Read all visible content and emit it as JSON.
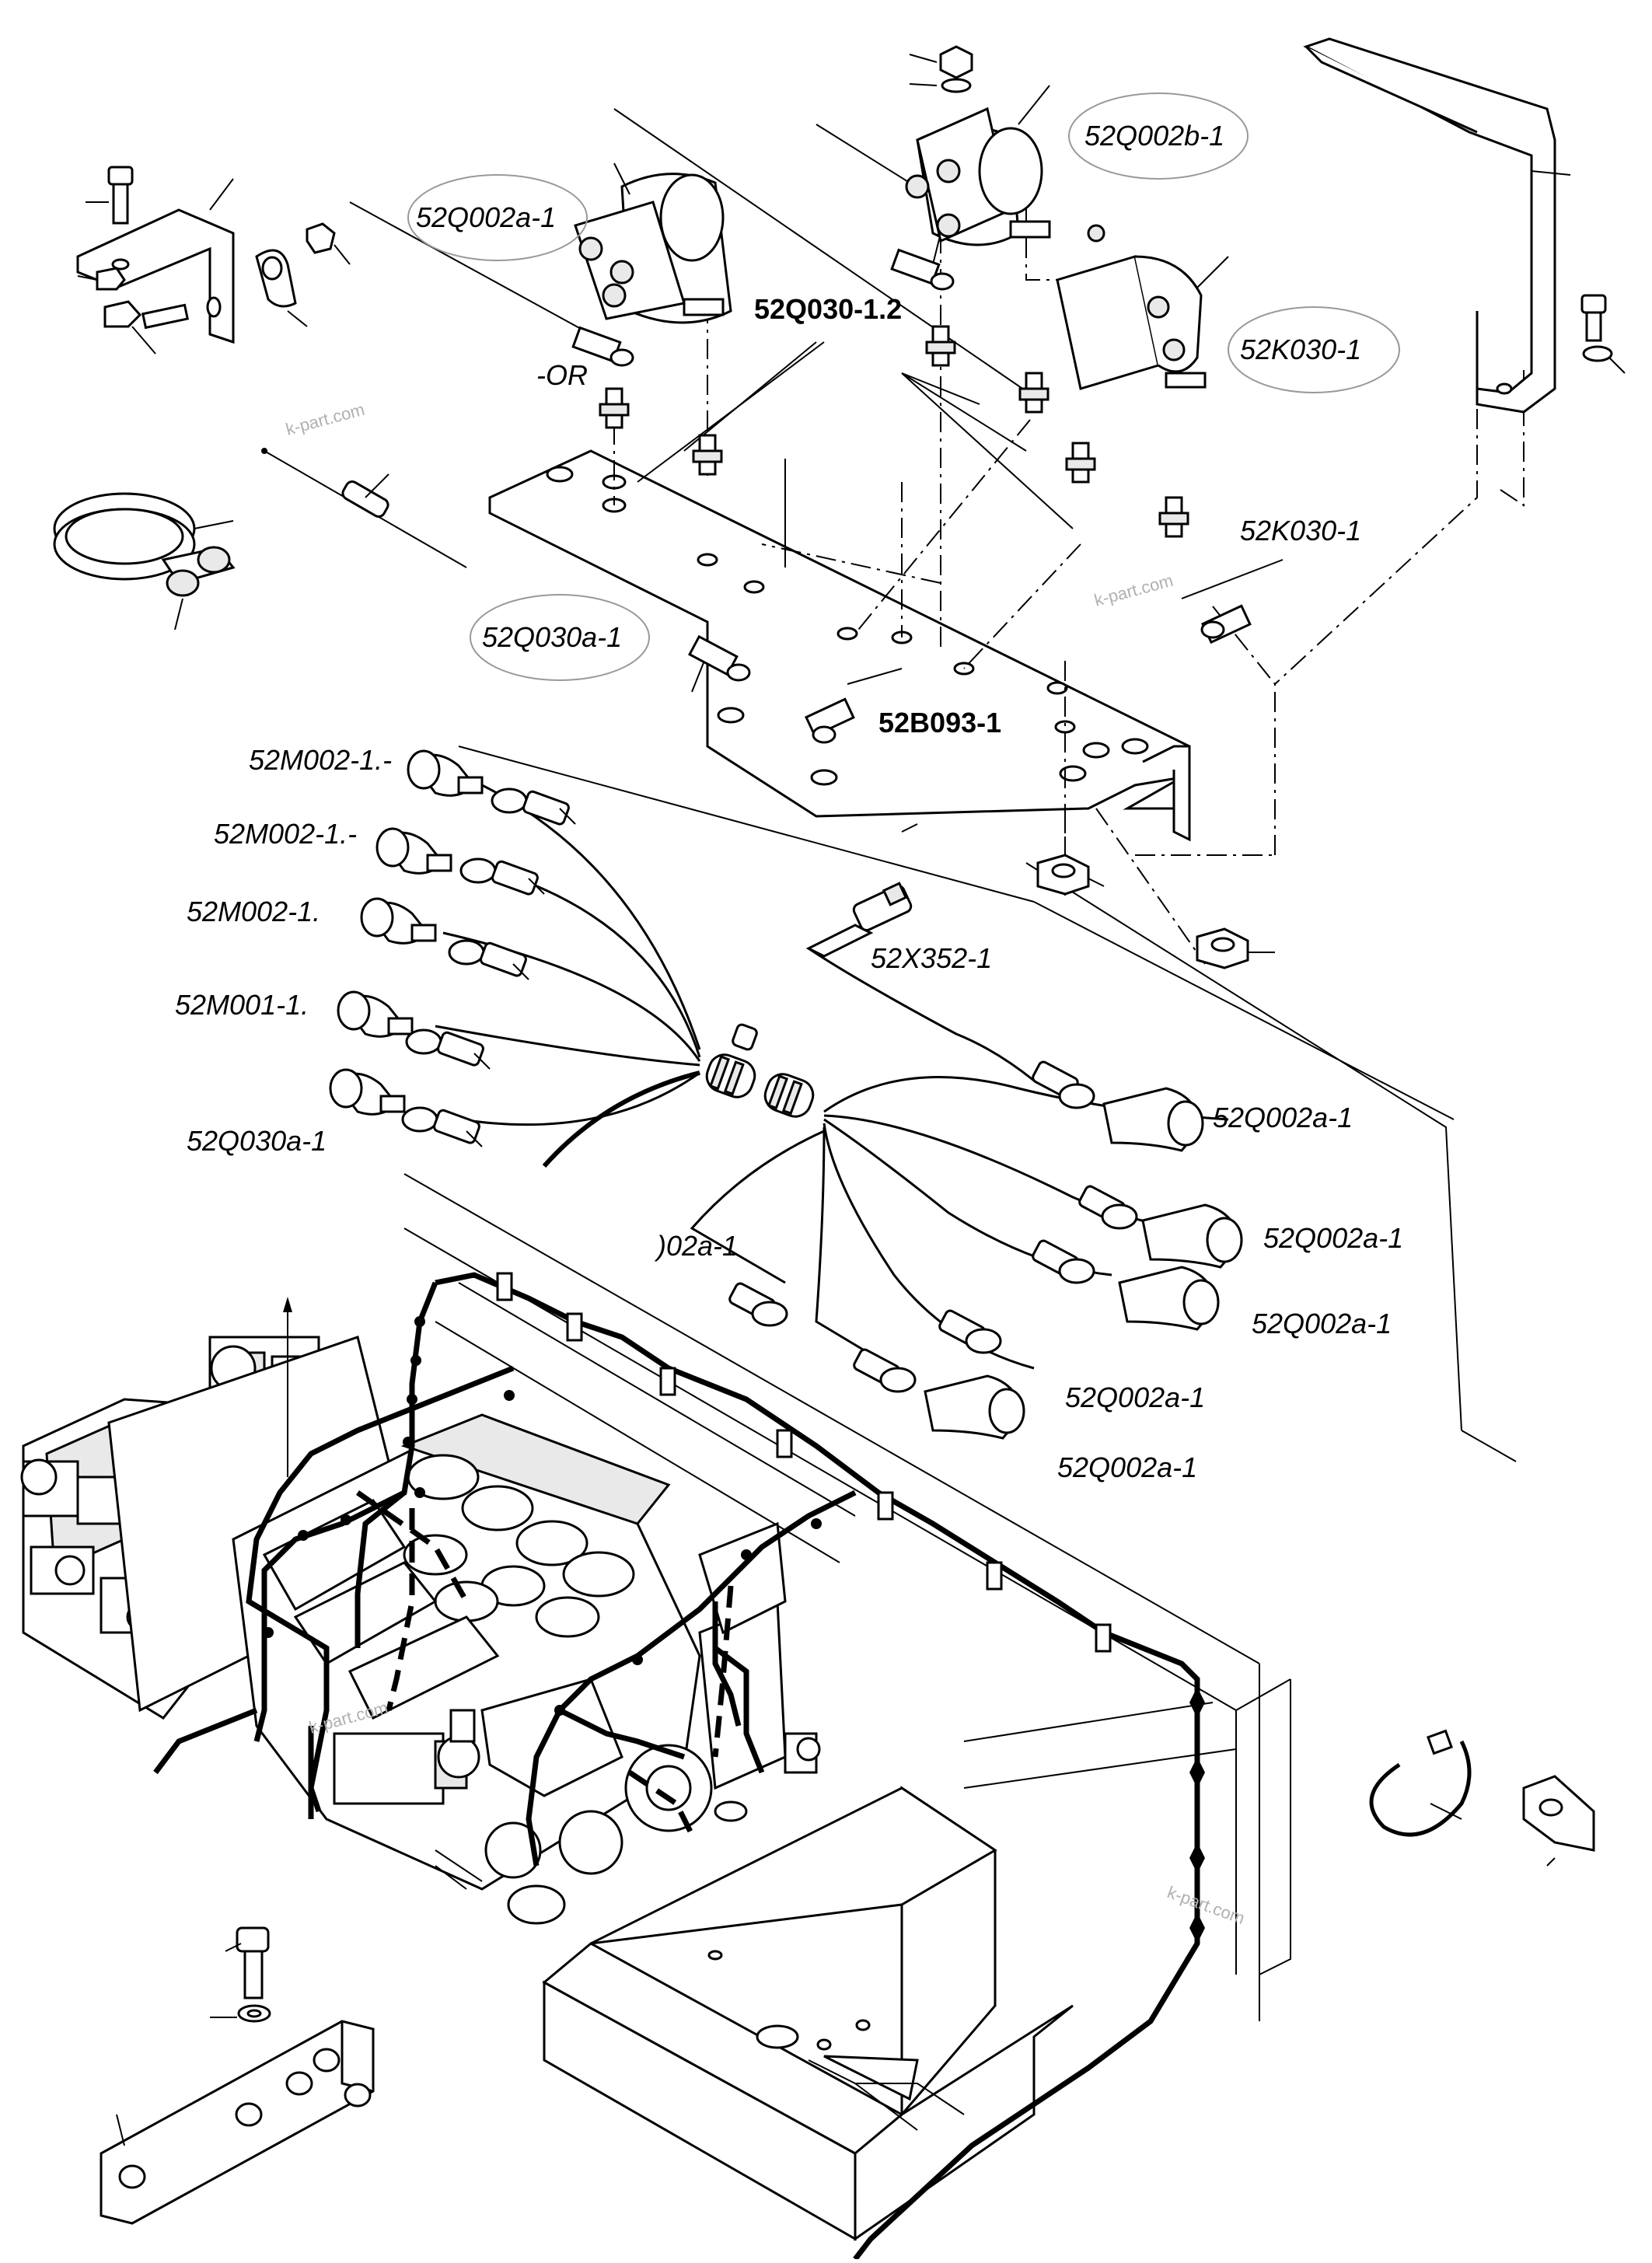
{
  "labels": {
    "q002a_top": "52Q002a-1",
    "q002b": "52Q002b-1",
    "q030_12": "52Q030-1.2",
    "k030_upper": "52K030-1",
    "k030_lower": "52K030-1",
    "or_text": "-OR",
    "q030a_mid": "52Q030a-1",
    "b093": "52B093-1",
    "m002_1": "52M002-1.-",
    "m002_2": "52M002-1.-",
    "m002_3": "52M002-1.",
    "m001": "52M001-1.",
    "q030a_low": "52Q030a-1",
    "x352": "52X352-1",
    "r1": "52Q002a-1",
    "r2": "52Q002a-1",
    "r3": "52Q002a-1",
    "r4": "52Q002a-1",
    "r5": "52Q002a-1",
    "partial": ")02a-1"
  },
  "watermark": "k-part.com",
  "icons": [
    "solenoid-icon",
    "relay-icon",
    "bracket-icon",
    "bolt-icon",
    "nut-icon",
    "washer-icon",
    "hose-clamp-icon",
    "cable-tie-icon",
    "cable-lug-icon",
    "boot-icon",
    "engine-icon",
    "fuel-tank-icon",
    "frame-icon"
  ]
}
